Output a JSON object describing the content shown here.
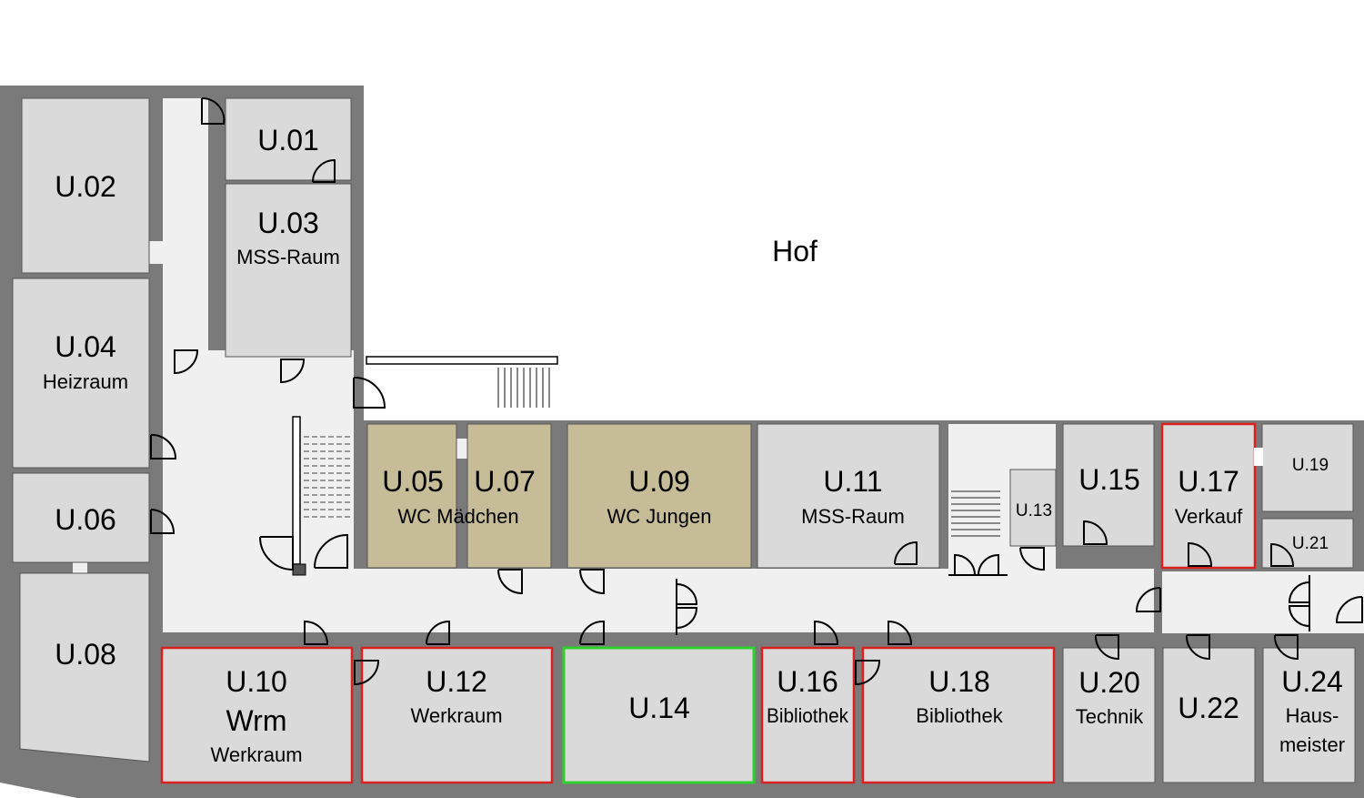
{
  "courtyard_label": "Hof",
  "colors": {
    "wall": "#7a7a7a",
    "corridor": "#f0f0f0",
    "room": "#dadada",
    "wc": "#c6bd98",
    "highlight_red": "#dc1f1f",
    "highlight_green": "#2ed12e"
  },
  "rooms": [
    {
      "id": "U.01",
      "name": ""
    },
    {
      "id": "U.02",
      "name": ""
    },
    {
      "id": "U.03",
      "name": "MSS-Raum"
    },
    {
      "id": "U.04",
      "name": "Heizraum"
    },
    {
      "id": "U.05",
      "name": ""
    },
    {
      "id": "U.06",
      "name": ""
    },
    {
      "id": "U.07",
      "name": ""
    },
    {
      "id": "U.08",
      "name": ""
    },
    {
      "id": "U.09",
      "name": "WC Jungen"
    },
    {
      "id": "U.10",
      "name": "Wrm",
      "name2": "Werkraum",
      "highlight": "red"
    },
    {
      "id": "U.11",
      "name": "MSS-Raum"
    },
    {
      "id": "U.12",
      "name": "Werkraum",
      "highlight": "red"
    },
    {
      "id": "U.13",
      "name": ""
    },
    {
      "id": "U.14",
      "name": "",
      "highlight": "green"
    },
    {
      "id": "U.15",
      "name": ""
    },
    {
      "id": "U.16",
      "name": "Bibliothek",
      "highlight": "red"
    },
    {
      "id": "U.17",
      "name": "Verkauf",
      "highlight": "red"
    },
    {
      "id": "U.18",
      "name": "Bibliothek",
      "highlight": "red"
    },
    {
      "id": "U.19",
      "name": ""
    },
    {
      "id": "U.20",
      "name": "Technik"
    },
    {
      "id": "U.21",
      "name": ""
    },
    {
      "id": "U.22",
      "name": ""
    },
    {
      "id": "U.24",
      "name": "Haus-",
      "name2": "meister"
    }
  ],
  "shared_labels": {
    "wc_maedchen": "WC Mädchen"
  }
}
